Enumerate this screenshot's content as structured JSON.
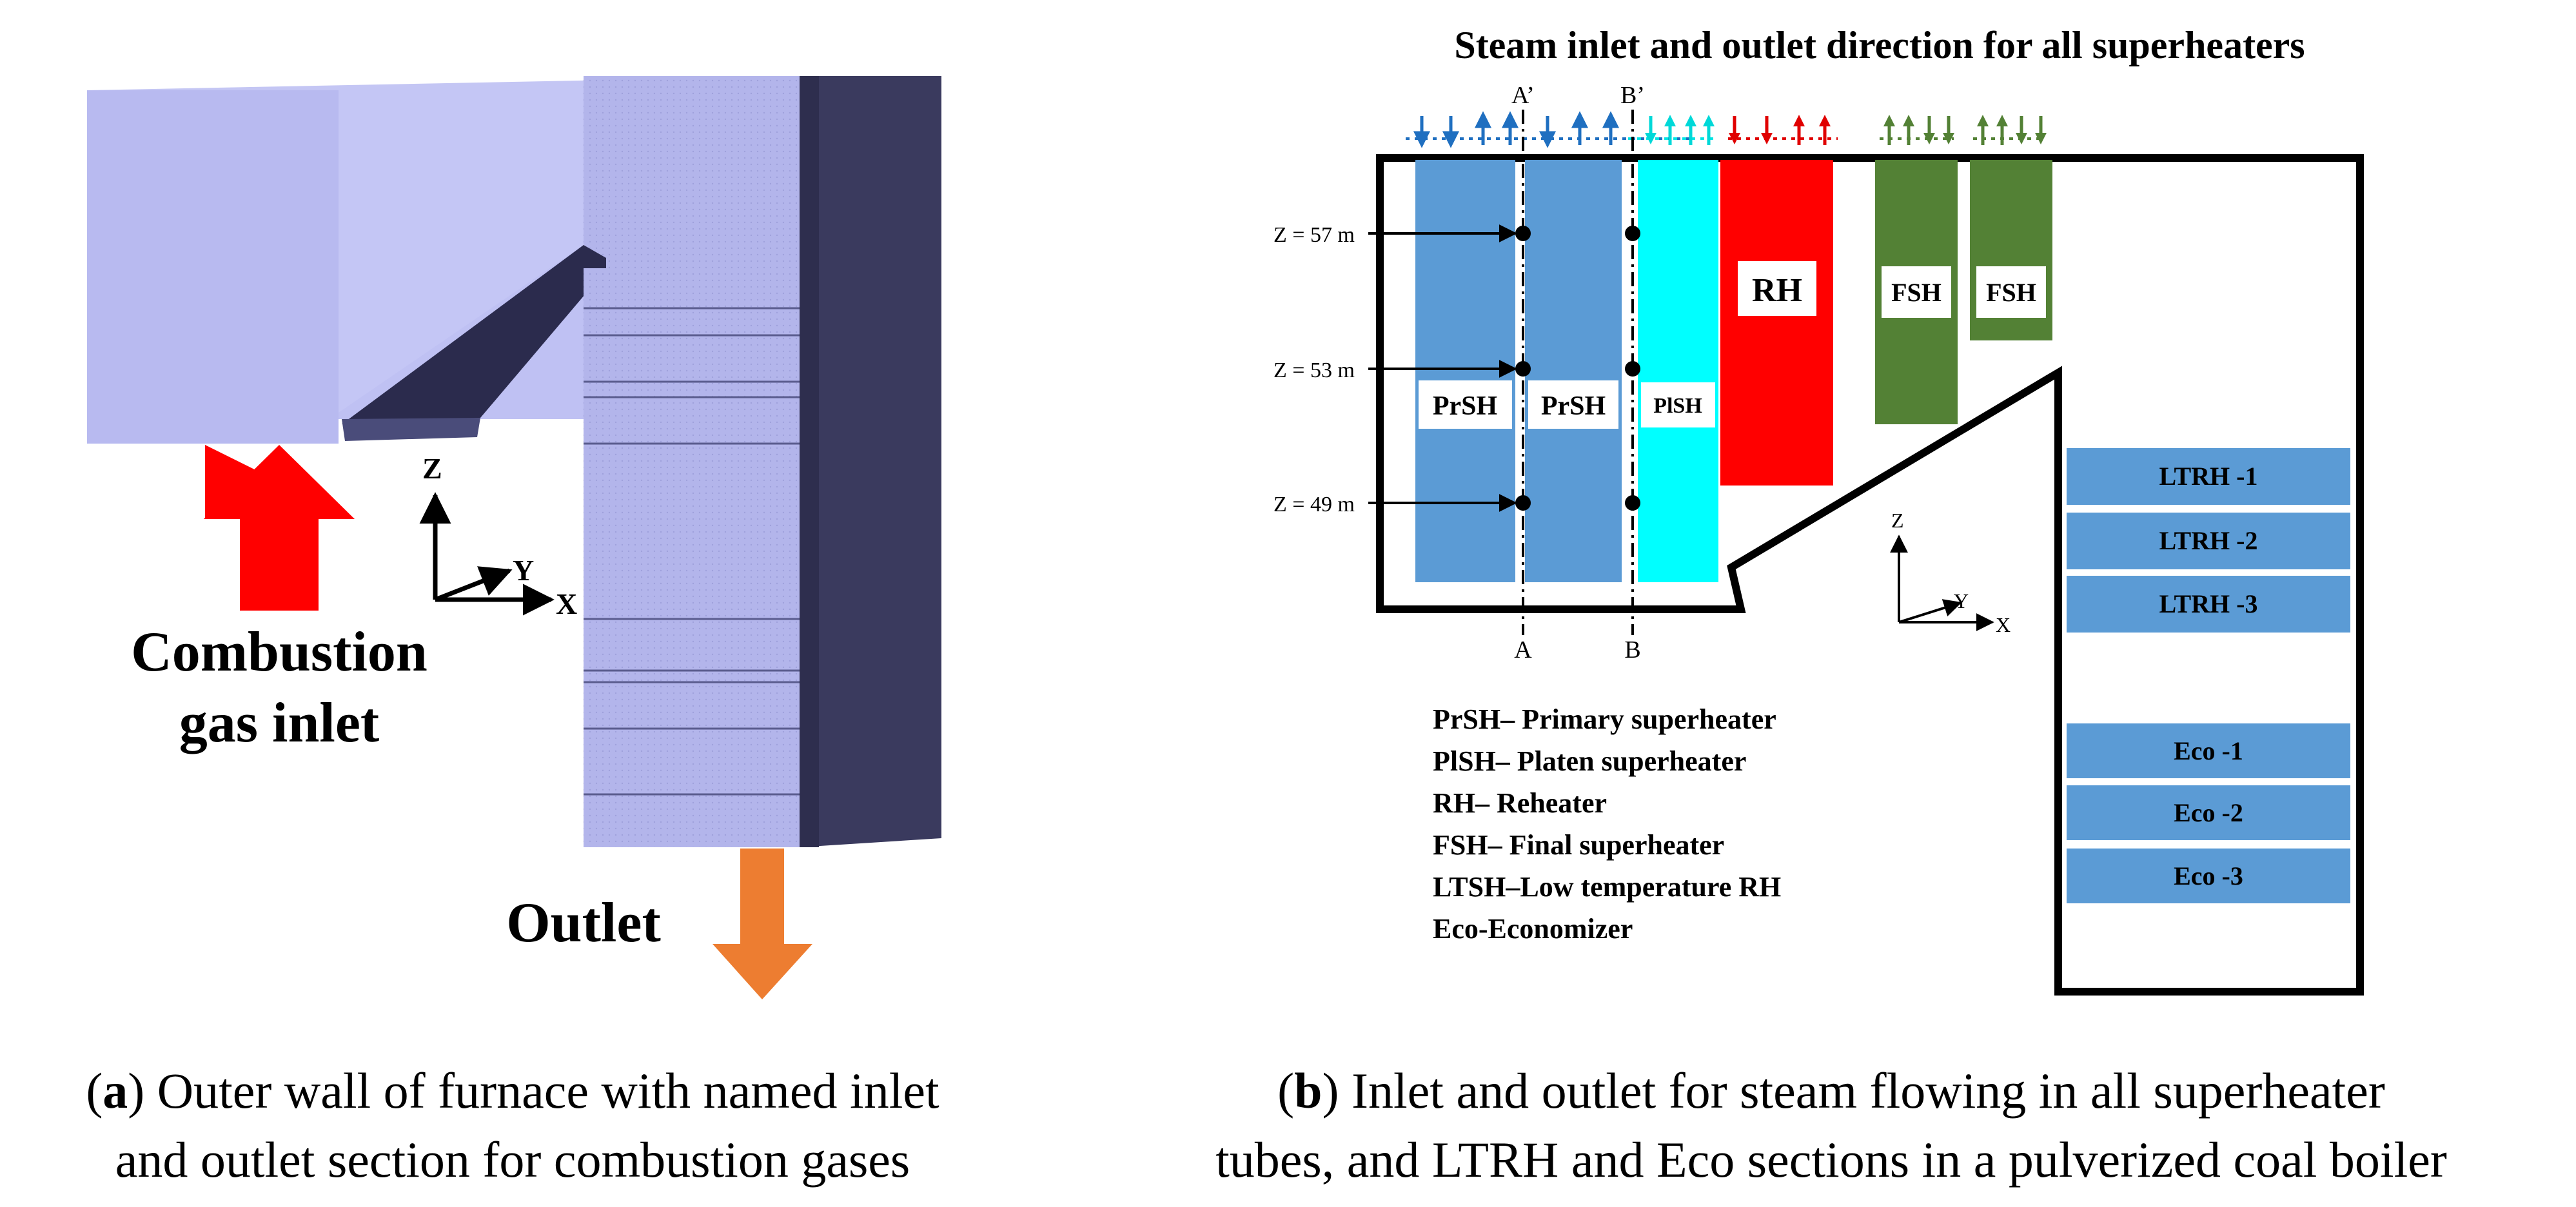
{
  "panel_a": {
    "inlet_label_1": "Combustion",
    "inlet_label_2": "gas inlet",
    "outlet_label": "Outlet",
    "axis_z": "Z",
    "axis_y": "Y",
    "axis_x": "X",
    "caption_letter": "a",
    "caption_1": " Outer wall of furnace with named inlet",
    "caption_2": "and outlet section for combustion gases"
  },
  "panel_b": {
    "title": "Steam inlet and outlet direction for all  superheaters",
    "section_a_top": "A’",
    "section_b_top": "B’",
    "section_a_bottom": "A",
    "section_b_bottom": "B",
    "z57": "Z = 57 m",
    "z53": "Z = 53 m",
    "z49": "Z = 49 m",
    "prsh": "PrSH",
    "plsh": "PlSH",
    "rh": "RH",
    "fsh": "FSH",
    "ltrh1": "LTRH -1",
    "ltrh2": "LTRH -2",
    "ltrh3": "LTRH -3",
    "eco1": "Eco -1",
    "eco2": "Eco -2",
    "eco3": "Eco -3",
    "axis_z": "Z",
    "axis_y": "Y",
    "axis_x": "X",
    "legend": [
      "PrSH– Primary superheater",
      "PlSH– Platen superheater",
      "RH– Reheater",
      "FSH– Final superheater",
      "LTSH–Low temperature RH",
      "Eco-Economizer"
    ],
    "caption_letter": "b",
    "caption_1": " Inlet and outlet for steam flowing in all superheater",
    "caption_2": "tubes, and LTRH and Eco sections in a pulverized coal boiler"
  },
  "colors": {
    "prsh_blue": "#5b9bd5",
    "plsh_cyan": "#00ffff",
    "rh_red": "#ff0000",
    "fsh_green": "#538135",
    "inlet_arrow": "#ff0000",
    "outlet_arrow": "#ed7d31",
    "furnace_light": "#b5b7ee",
    "furnace_dark": "#3a3a5e"
  }
}
